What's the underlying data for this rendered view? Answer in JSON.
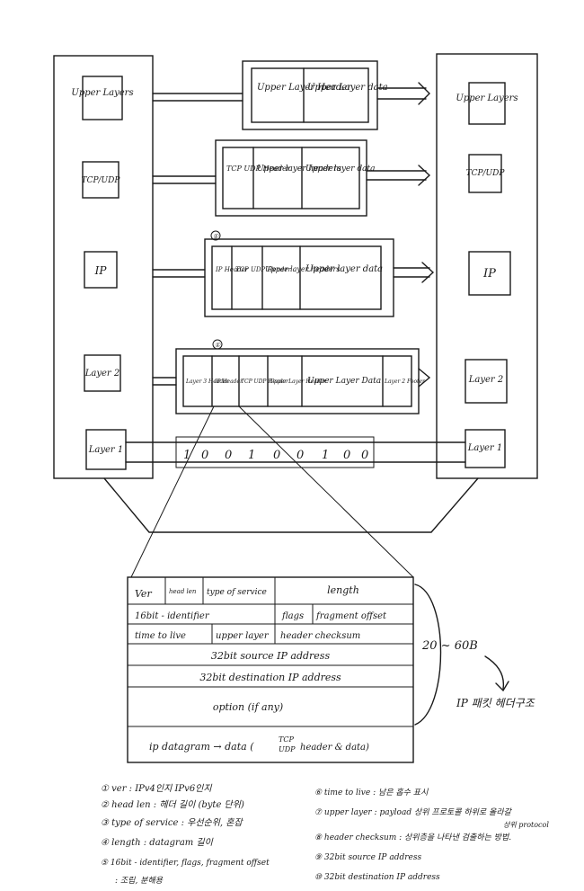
{
  "stacks": {
    "left": [
      "Upper Layers",
      "TCP/UDP",
      "IP",
      "Layer 2",
      "Layer 1"
    ],
    "right": [
      "Upper Layers",
      "TCP/UDP",
      "IP",
      "Layer 2",
      "Layer 1"
    ]
  },
  "packets": {
    "upper": [
      "Upper Layer Header",
      "Upper Layer data"
    ],
    "tcp": [
      "TCP UDP Header",
      "Upper layer headers",
      "Upper layer data"
    ],
    "ip": [
      "IP Header",
      "TCP UDP Header",
      "Upper layer headers",
      "Upper layer data"
    ],
    "frame": [
      "Layer 3 Header",
      "IP Header",
      "TCP UDP Header",
      "Upper Layer Header",
      "Upper Layer Data",
      "Layer 2 Footer"
    ],
    "ip_marker": "①",
    "frame_marker": "①"
  },
  "bits": [
    "1",
    "0",
    "0",
    "1",
    "0",
    "0",
    "1",
    "0",
    "0"
  ],
  "ip_header": {
    "ver": "Ver",
    "head_len": "head len",
    "type_of_service": "type of service",
    "length": "length",
    "identifier": "16bit - identifier",
    "flags": "flags",
    "fragment_offset": "fragment offset",
    "ttl": "time to live",
    "upper_layer": "upper layer",
    "header_checksum": "header checksum",
    "source": "32bit source IP address",
    "destination": "32bit destination IP address",
    "option": "option (if any)",
    "datagram_prefix": "ip datagram → data (",
    "datagram_tcp": "TCP",
    "datagram_udp": "UDP",
    "datagram_suffix": "header & data)"
  },
  "size_note": "20 ~ 60B",
  "structure_note": "IP 패킷 헤더구조",
  "notes_left": [
    "① ver : IPv4인지 IPv6인지",
    "② head len : 헤더 길이 (byte 단위)",
    "③ type of service : 우선순위, 혼잡",
    "④ length : datagram 길이",
    "⑤ 16bit - identifier, flags, fragment offset",
    ": 조립, 분해용"
  ],
  "notes_right": [
    "⑥ time to live : 남은 홉수 표시",
    "⑦ upper layer : payload 상위 프로토콜 하위로 올라갈",
    "상위 protocol",
    "⑧ header checksum : 상위층을 나타낸 검출하는 방법.",
    "⑨ 32bit source IP address",
    "⑩ 32bit destination IP address"
  ]
}
